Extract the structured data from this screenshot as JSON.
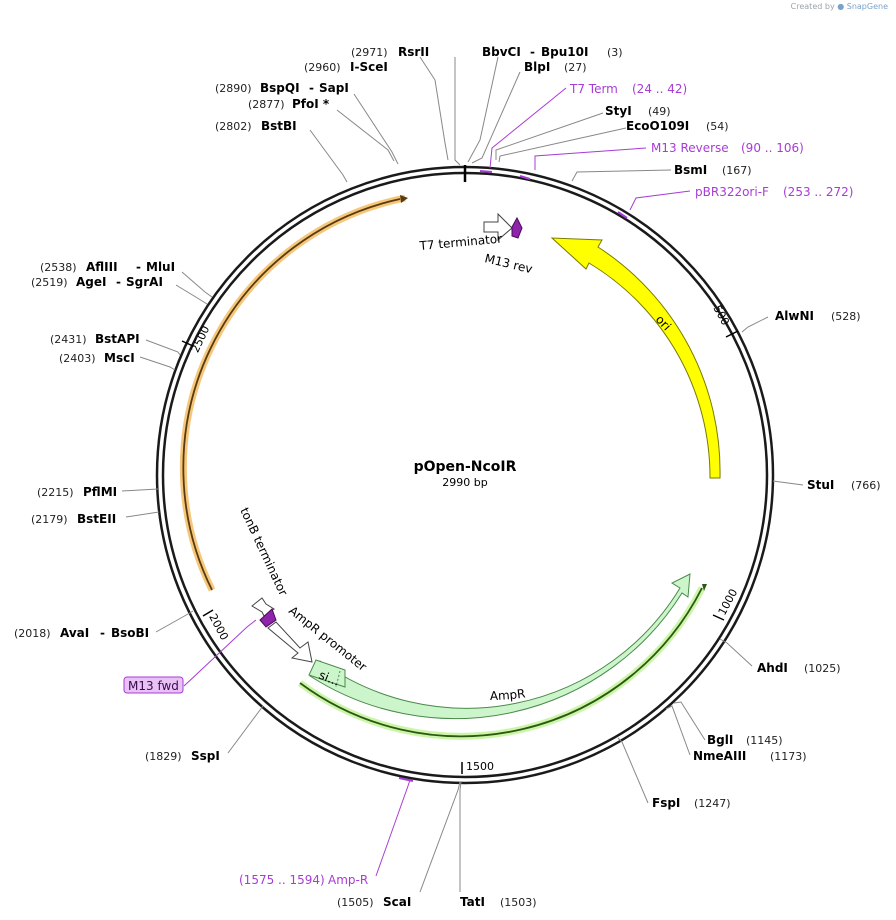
{
  "watermark": {
    "prefix": "Created by",
    "brand": "SnapGene"
  },
  "plasmid": {
    "name": "pOpen-NcoIR",
    "length_label": "2990 bp"
  },
  "ticks": [
    "500",
    "1000",
    "1500",
    "2000",
    "2500"
  ],
  "enzymes": [
    {
      "name": "RsrII",
      "pos": "(2971)"
    },
    {
      "name": "BbvCI",
      "sep": "-",
      "name2": "Bpu10I",
      "pos": "(3)"
    },
    {
      "name": "I-SceI",
      "pos": "(2960)"
    },
    {
      "name": "BlpI",
      "pos": "(27)"
    },
    {
      "name": "BspQI",
      "sep": "-",
      "name2": "SapI",
      "pos": "(2890)"
    },
    {
      "name": "PfoI *",
      "pos": "(2877)"
    },
    {
      "name": "StyI",
      "pos": "(49)"
    },
    {
      "name": "BstBI",
      "pos": "(2802)"
    },
    {
      "name": "EcoO109I",
      "pos": "(54)"
    },
    {
      "name": "BsmI",
      "pos": "(167)"
    },
    {
      "name": "AflIII",
      "sep": "-",
      "name2": "MluI",
      "pos": "(2538)"
    },
    {
      "name": "AgeI",
      "sep": "-",
      "name2": "SgrAI",
      "pos": "(2519)"
    },
    {
      "name": "BstAPI",
      "pos": "(2431)"
    },
    {
      "name": "MscI",
      "pos": "(2403)"
    },
    {
      "name": "AlwNI",
      "pos": "(528)"
    },
    {
      "name": "StuI",
      "pos": "(766)"
    },
    {
      "name": "PflMI",
      "pos": "(2215)"
    },
    {
      "name": "BstEII",
      "pos": "(2179)"
    },
    {
      "name": "AvaI",
      "sep": "-",
      "name2": "BsoBI",
      "pos": "(2018)"
    },
    {
      "name": "AhdI",
      "pos": "(1025)"
    },
    {
      "name": "BglI",
      "pos": "(1145)"
    },
    {
      "name": "NmeAIII",
      "pos": "(1173)"
    },
    {
      "name": "FspI",
      "pos": "(1247)"
    },
    {
      "name": "SspI",
      "pos": "(1829)"
    },
    {
      "name": "ScaI",
      "pos": "(1505)"
    },
    {
      "name": "TatI",
      "pos": "(1503)"
    }
  ],
  "primers": [
    {
      "name": "T7 Term",
      "range": "(24 .. 42)"
    },
    {
      "name": "M13 Reverse",
      "range": "(90 .. 106)"
    },
    {
      "name": "pBR322ori-F",
      "range": "(253 .. 272)"
    },
    {
      "name": "M13 fwd"
    },
    {
      "name": "Amp-R",
      "range": "(1575 .. 1594)"
    }
  ],
  "features": {
    "t7_terminator": "T7 terminator",
    "m13_rev": "M13 rev",
    "ori": "ori",
    "tonb_terminator": "tonB terminator",
    "ampr_promoter": "AmpR promoter",
    "ampr": "AmpR",
    "signal": "si..."
  },
  "colors": {
    "ori": "#ffff00",
    "ampr": "#ccf5cc",
    "insert": "#f5c77a",
    "primer": "#a83cd6",
    "terminator": "#8e24aa",
    "primer_box": "#e8c1f5"
  }
}
